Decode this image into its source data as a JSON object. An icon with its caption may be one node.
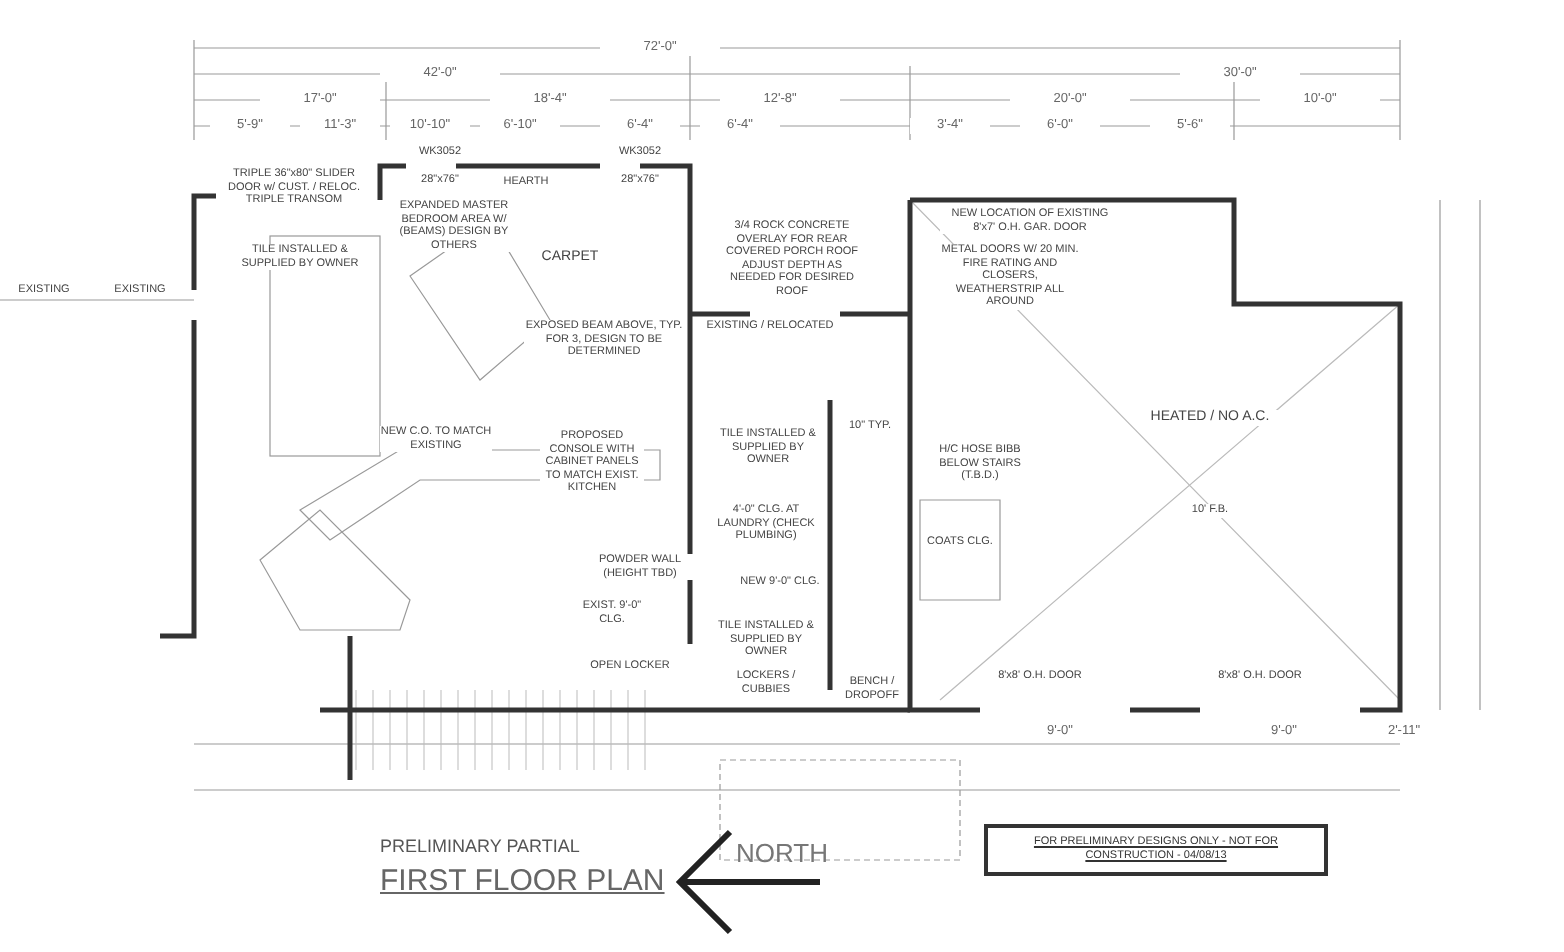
{
  "diagram": {
    "title": "FIRST FLOOR PLAN",
    "nodes": [
      {
        "text": [
          "FOR PRELIMINARY DESIGNS ONLY - NOT FOR CONSTRUCTION - 04/08/13"
        ]
      }
    ],
    "labels": [
      "72'-0\"",
      "42'-0\"",
      "30'-0\"",
      "17'-0\"",
      "18'-4\"",
      "12'-8\"",
      "20'-0\"",
      "10'-0\"",
      "5'-9\"",
      "11'-3\"",
      "10'-10\"",
      "6'-10\"",
      "6'-4\"",
      "6'-4\"",
      "3'-4\"",
      "6'-0\"",
      "5'-6\"",
      "TRIPLE 36\"x80\" SLIDER DOOR w/ CUST. / RELOC. TRIPLE TRANSOM",
      "WK3052",
      "HEARTH",
      "WK3052",
      "28\"x76\"",
      "28\"x76\"",
      "EXISTING",
      "EXISTING",
      "TILE INSTALLED & SUPPLIED BY OWNER",
      "EXPANDED MASTER BEDROOM AREA W/ (BEAMS) DESIGN BY OTHERS",
      "CARPET",
      "EXPOSED BEAM ABOVE, TYP. FOR 3, DESIGN TO BE DETERMINED",
      "3/4 ROCK CONCRETE OVERLAY FOR REAR COVERED PORCH ROOF ADJUST DEPTH AS NEEDED FOR DESIRED ROOF",
      "EXISTING / RELOCATED",
      "NEW LOCATION OF EXISTING 8'x7' O.H. GAR. DOOR",
      "METAL DOORS W/ 20 MIN. FIRE RATING AND CLOSERS, WEATHERSTRIP ALL AROUND",
      "HEATED / NO A.C.",
      "10' F.B.",
      "NEW C.O. TO MATCH EXISTING",
      "PROPOSED CONSOLE WITH CABINET PANELS TO MATCH EXIST. KITCHEN",
      "TILE INSTALLED & SUPPLIED BY OWNER",
      "4'-0\" CLG. AT LAUNDRY (CHECK PLUMBING)",
      "10\" TYP.",
      "H/C HOSE BIBB BELOW STAIRS (T.B.D.)",
      "POWDER WALL (HEIGHT TBD)",
      "COATS CLG.",
      "EXIST. 9'-0\" CLG.",
      "NEW 9'-0\" CLG.",
      "TILE INSTALLED & SUPPLIED BY OWNER",
      "OPEN LOCKER",
      "LOCKERS / CUBBIES",
      "BENCH / DROPOFF",
      "8'x8' O.H. DOOR",
      "8'x8' O.H. DOOR",
      "9'-0\"",
      "9'-0\"",
      "2'-11\"",
      "PRELIMINARY PARTIAL",
      "NORTH"
    ]
  }
}
